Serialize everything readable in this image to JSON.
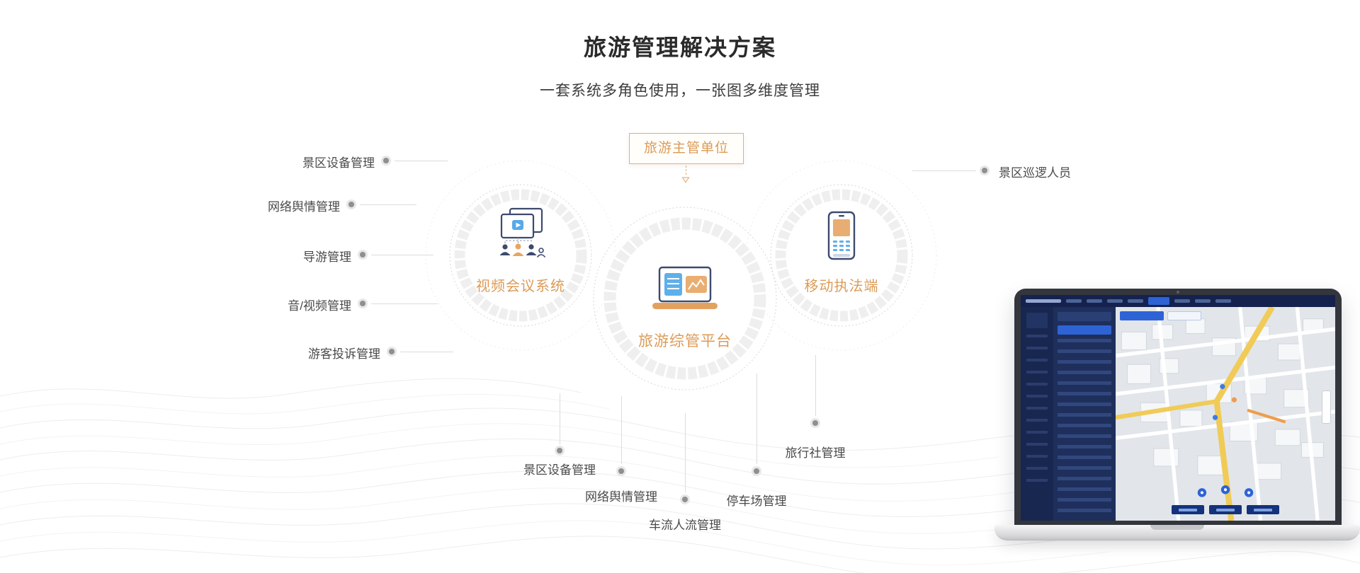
{
  "page": {
    "title": "旅游管理解决方案",
    "subtitle": "一套系统多角色使用，一张图多维度管理"
  },
  "diagram": {
    "authority_box": "旅游主管单位",
    "nodes": {
      "video_system": "视频会议系统",
      "platform": "旅游综管平台",
      "mobile_enforcement": "移动执法端"
    },
    "left_labels": [
      "景区设备管理",
      "网络舆情管理",
      "导游管理",
      "音/视频管理",
      "游客投诉管理"
    ],
    "right_labels": [
      "景区巡逻人员"
    ],
    "bottom_labels": [
      "景区设备管理",
      "网络舆情管理",
      "车流人流管理",
      "停车场管理",
      "旅行社管理"
    ]
  },
  "colors": {
    "accent_orange": "#DC9B57",
    "icon_navy": "#3D4A6E",
    "icon_blue": "#5FB0EA",
    "icon_orange": "#E8AD72",
    "connector_line": "#DCDCDC",
    "connector_dot": "#8F8F8F",
    "title_text": "#2A2A2A",
    "label_text": "#4A4A4A"
  },
  "icons": {
    "down_arrow": "down-arrow-icon",
    "video_window": "video-window-icon",
    "people_group": "people-group-icon",
    "laptop_chart": "laptop-chart-icon",
    "smartphone": "smartphone-icon"
  }
}
